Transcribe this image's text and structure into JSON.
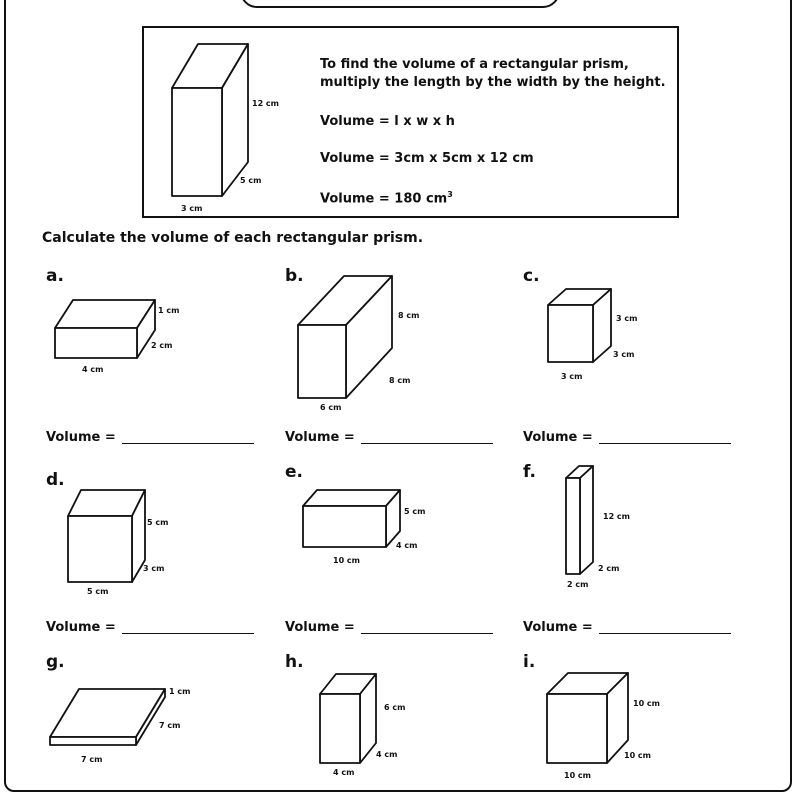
{
  "example": {
    "line1": "To find the volume of a rectangular prism,",
    "line2": "multiply the length by the width by the height.",
    "formula": "Volume = l x w x h",
    "substitution": "Volume = 3cm x 5cm x 12 cm",
    "result": "Volume = 180 cm",
    "result_exponent": "3",
    "height_label": "12 cm",
    "width_label": "5 cm",
    "length_label": "3 cm"
  },
  "instruction": "Calculate the volume of each rectangular prism.",
  "answer_label": "Volume =",
  "problems": [
    {
      "letter": "a.",
      "top": "1 cm",
      "side": "2 cm",
      "bottom": "4 cm"
    },
    {
      "letter": "b.",
      "top": "8 cm",
      "side": "8 cm",
      "bottom": "6 cm"
    },
    {
      "letter": "c.",
      "top": "3 cm",
      "side": "3 cm",
      "bottom": "3 cm"
    },
    {
      "letter": "d.",
      "top": "5 cm",
      "side": "3 cm",
      "bottom": "5 cm"
    },
    {
      "letter": "e.",
      "top": "5 cm",
      "side": "4 cm",
      "bottom": "10 cm"
    },
    {
      "letter": "f.",
      "top": "12 cm",
      "side": "2 cm",
      "bottom": "2 cm"
    },
    {
      "letter": "g.",
      "top": "1 cm",
      "side": "7 cm",
      "bottom": "7 cm"
    },
    {
      "letter": "h.",
      "top": "6 cm",
      "side": "4 cm",
      "bottom": "4 cm"
    },
    {
      "letter": "i.",
      "top": "10 cm",
      "side": "10 cm",
      "bottom": "10 cm"
    }
  ]
}
